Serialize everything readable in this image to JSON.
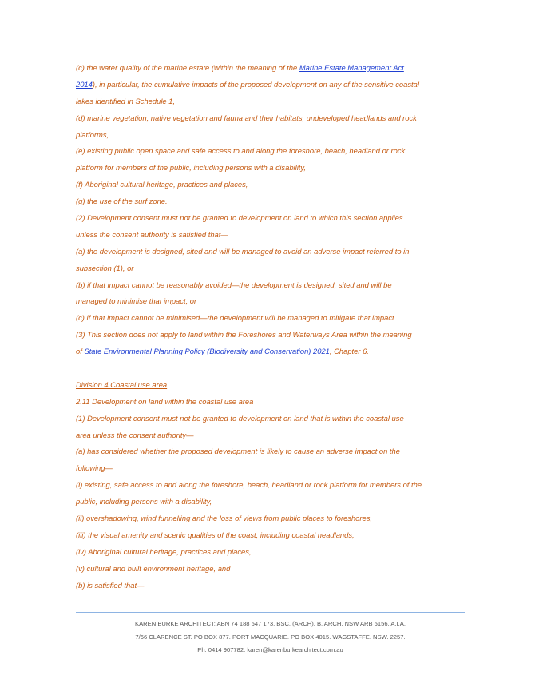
{
  "lines": {
    "l1_a": "(c)  the water quality of the marine estate (within the meaning of the ",
    "l1_link": "Marine Estate Management Act",
    "l2_link": "2014",
    "l2_b": "), in particular, the cumulative impacts of the proposed development on any of the sensitive coastal",
    "l3": "lakes identified in Schedule 1,",
    "l4": "(d)  marine vegetation, native vegetation and fauna and their habitats, undeveloped headlands and rock",
    "l5": "platforms,",
    "l6": "(e)  existing public open space and safe access to and along the foreshore, beach, headland or rock",
    "l7": "platform for members of the public, including persons with a disability,",
    "l8": "(f)  Aboriginal cultural heritage, practices and places,",
    "l9": "(g)  the use of the surf zone.",
    "l10": "(2)  Development consent must not be granted to development on land to which this section applies",
    "l11": "unless the consent authority is satisfied that—",
    "l12": "(a)  the development is designed, sited and will be managed to avoid an adverse impact referred to in",
    "l13": "subsection (1), or",
    "l14": "(b)  if that impact cannot be reasonably avoided—the development is designed, sited and will be",
    "l15": "managed to minimise that impact, or",
    "l16": "(c)  if that impact cannot be minimised—the development will be managed to mitigate that impact.",
    "l17": "(3)  This section does not apply to land within the Foreshores and Waterways Area within the meaning",
    "l18_a": "of ",
    "l18_link": "State Environmental Planning Policy (Biodiversity and Conservation) 2021",
    "l18_b": ", Chapter 6.",
    "l19": "Division 4 Coastal use area",
    "l20": "2.11   Development on land within the coastal use area",
    "l21": "(1)  Development consent must not be granted to development on land that is within the coastal use",
    "l22": "area unless the consent authority—",
    "l23": "(a)  has considered whether the proposed development is likely to cause an adverse impact on the",
    "l24": "following—",
    "l25": "(i)  existing, safe access to and along the foreshore, beach, headland or rock platform for members of the",
    "l26": "public, including persons with a disability,",
    "l27": "(ii)  overshadowing, wind funnelling and the loss of views from public places to foreshores,",
    "l28": "(iii)  the visual amenity and scenic qualities of the coast, including coastal headlands,",
    "l29": "(iv)  Aboriginal cultural heritage, practices and places,",
    "l30": "(v)  cultural and built environment heritage, and",
    "l31": "(b)  is satisfied that—"
  },
  "footer": {
    "row1": "KAREN BURKE ARCHITECT:    ABN 74 188 547 173.    BSC. (ARCH).    B. ARCH.    NSW ARB 5156.    A.I.A.",
    "row2": "7/66  CLARENCE ST.   PO BOX 877.    PORT MACQUARIE.    PO BOX 4015.    WAGSTAFFE.    NSW.    2257.",
    "row3": "Ph. 0414 907782.    karen@karenburkearchitect.com.au"
  },
  "colors": {
    "body_text": "#c55a11",
    "link": "#1f3fd1",
    "footer_rule": "#8eb4e3",
    "footer_text": "#555555"
  }
}
